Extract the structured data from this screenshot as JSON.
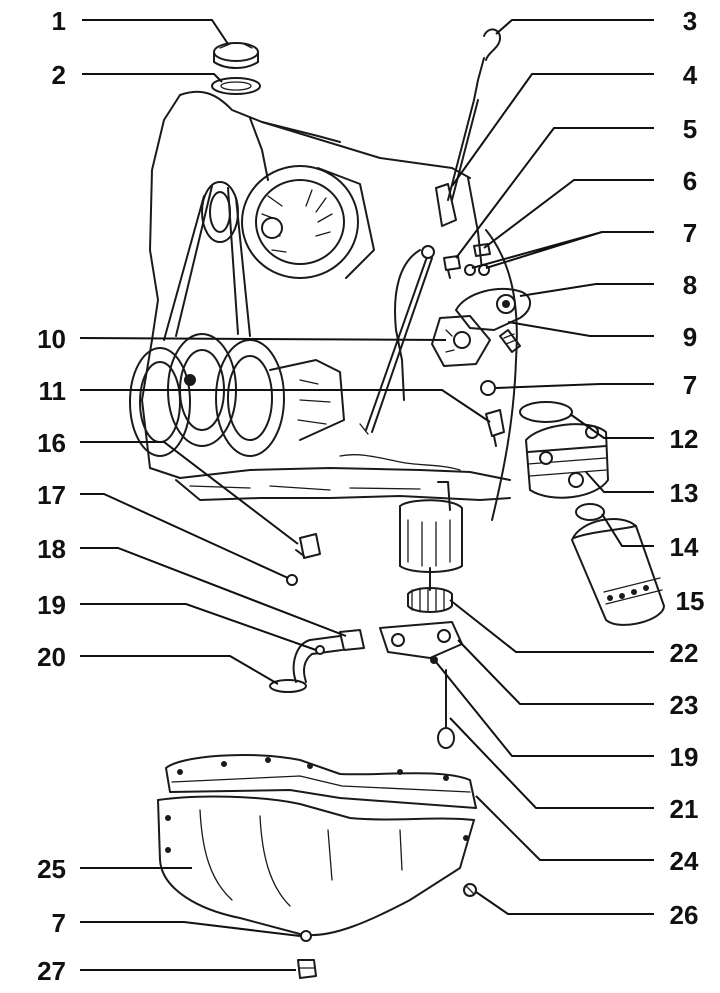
{
  "colors": {
    "ink": "#111111",
    "background": "#ffffff"
  },
  "callouts": [
    {
      "id": "1",
      "text": "1"
    },
    {
      "id": "2",
      "text": "2"
    },
    {
      "id": "3",
      "text": "3"
    },
    {
      "id": "4",
      "text": "4"
    },
    {
      "id": "5",
      "text": "5"
    },
    {
      "id": "6",
      "text": "6"
    },
    {
      "id": "7a",
      "text": "7"
    },
    {
      "id": "8",
      "text": "8"
    },
    {
      "id": "10",
      "text": "10"
    },
    {
      "id": "9",
      "text": "9"
    },
    {
      "id": "11",
      "text": "11"
    },
    {
      "id": "7b",
      "text": "7"
    },
    {
      "id": "16",
      "text": "16"
    },
    {
      "id": "12",
      "text": "12"
    },
    {
      "id": "17",
      "text": "17"
    },
    {
      "id": "13",
      "text": "13"
    },
    {
      "id": "18",
      "text": "18"
    },
    {
      "id": "14",
      "text": "14"
    },
    {
      "id": "19a",
      "text": "19"
    },
    {
      "id": "15",
      "text": "15"
    },
    {
      "id": "20",
      "text": "20"
    },
    {
      "id": "22",
      "text": "22"
    },
    {
      "id": "23",
      "text": "23"
    },
    {
      "id": "19b",
      "text": "19"
    },
    {
      "id": "21",
      "text": "21"
    },
    {
      "id": "24",
      "text": "24"
    },
    {
      "id": "25",
      "text": "25"
    },
    {
      "id": "26",
      "text": "26"
    },
    {
      "id": "7c",
      "text": "7"
    },
    {
      "id": "27",
      "text": "27"
    }
  ]
}
